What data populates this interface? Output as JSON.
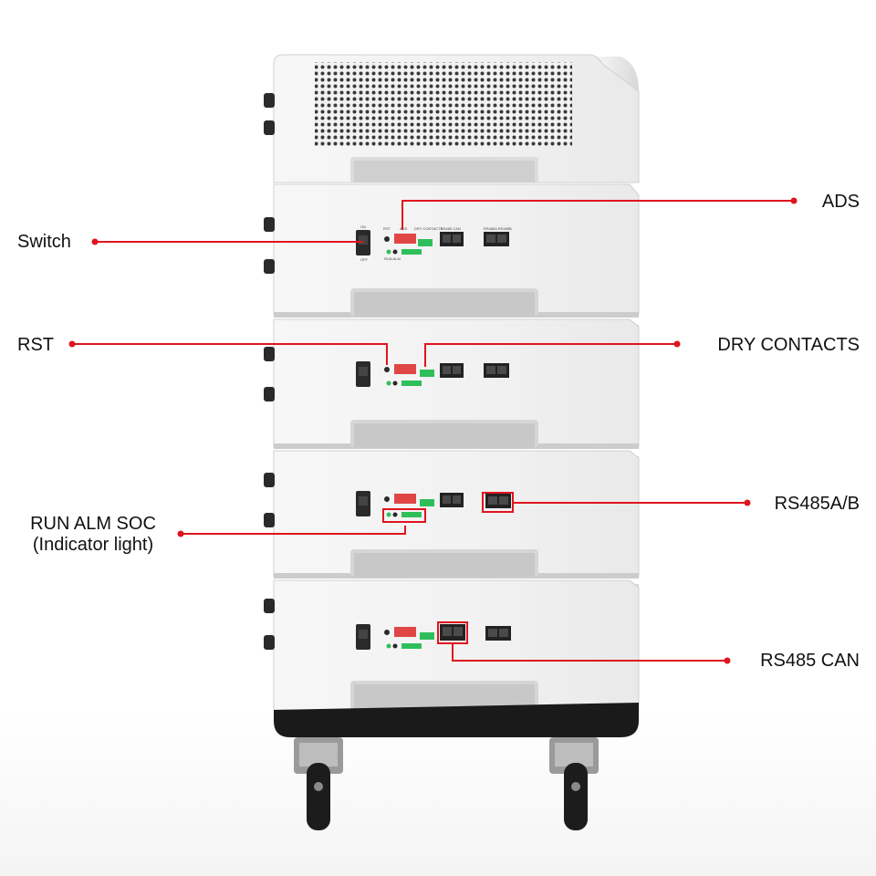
{
  "colors": {
    "callout_line": "#e0141e",
    "cabinet_white": "#f3f3f3",
    "cabinet_shadow": "#c9c9c9",
    "base_black": "#1a1a1a",
    "led_green": "#2fbf5a"
  },
  "callouts": {
    "switch": "Switch",
    "rst": "RST",
    "indicator_line1": "RUN ALM SOC",
    "indicator_line2": "(Indicator light)",
    "ads": "ADS",
    "dry_contacts": "DRY CONTACTS",
    "rs485ab": "RS485A/B",
    "rs485can": "RS485 CAN"
  },
  "panel_labels": {
    "on": "ON",
    "off": "OFF",
    "rst": "RST",
    "ads": "ADS",
    "dry_contacts": "DRY CONTACTS",
    "rs485_can": "RS485   CAN",
    "rs485ab": "RS485A   RS485B",
    "run_alm": "RUN ALM"
  }
}
